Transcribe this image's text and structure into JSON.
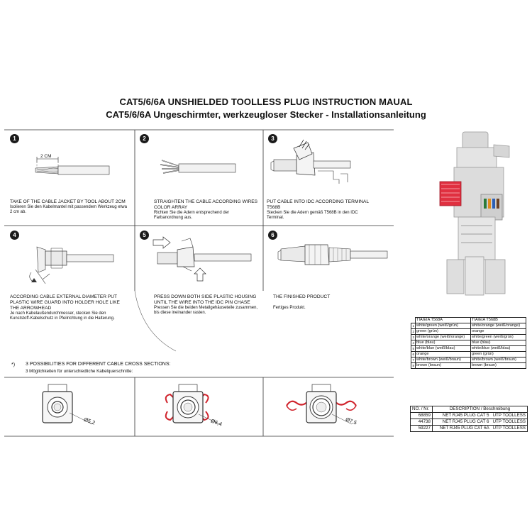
{
  "header": {
    "title_en": "CAT5/6/6A UNSHIELDED TOOLLESS PLUG INSTRUCTION MAUAL",
    "title_de": "CAT5/6/6A Ungeschirmter, werkzeugloser Stecker - Installationsanleitung"
  },
  "steps": [
    {
      "number": "1",
      "en": "TAKE OF THE CABLE JACKET BY TOOL  ABOUT 2CM",
      "de": "Isolieren Sie den Kabelmantel mit passendem Werkzeug etwa 2 cm ab.",
      "measure": "2 CM"
    },
    {
      "number": "2",
      "en": "STRAIGHTEN THE CABLE ACCORDING WIRES COLOR  ARRAY",
      "de": "Richten Sie die Adern entsprechend der Farbanordnung aus."
    },
    {
      "number": "3",
      "en": "PUT CABLE INTO IDC ACCORDING TERMINAL T568B",
      "de": "Stecken Sie die Adern gemäß T568B in den IDC Terminal."
    },
    {
      "number": "4",
      "en": "ACCORDING CABLE EXTERNAL DIAMETER PUT PLASTIC WIRE GUARD INTO HOLDER HOLE LIKE THE ARROWHEAD",
      "de": "Je nach Kabelaußendurchmesser, stecken Sie den Kunststoff-Kabelschutz in Pfeilrichtung in die Halterung."
    },
    {
      "number": "5",
      "en": "PRESS DOWN BOTH SIDE PLASTIC HOUSING UNTIL THE WIRE INTO THE IDC PIN CHASE",
      "de": "Pressen Sie die beiden Metallgehäuseteile zusammen, bis diese ineinander rasten."
    },
    {
      "number": "6",
      "en": "THE FINISHED PRODUCT",
      "de": "Fertiges Produkt."
    }
  ],
  "possibilities": {
    "marker": "*)",
    "en": "3 POSSIBILITIES FOR DIFFERENT CABLE CROSS SECTIONS:",
    "de": "3 Möglichkeiten für unterschiedliche Kabelquerschnitte:",
    "diameters": [
      "Ø5,2",
      "Ø6,4",
      "Ø7,5"
    ]
  },
  "wiring_table": {
    "headers": [
      "TIA/EIA T568A",
      "TIA/EIA T568B"
    ],
    "rows": [
      {
        "pin": "1",
        "a": "white/green (weiß/grün)",
        "b": "white/orange (weiß/orange)"
      },
      {
        "pin": "2",
        "a": "green (grün)",
        "b": "orange"
      },
      {
        "pin": "3",
        "a": "white/orange (weiß/orange)",
        "b": "white/green (weiß/grün)"
      },
      {
        "pin": "4",
        "a": "blue (blau)",
        "b": "blue (blau)"
      },
      {
        "pin": "5",
        "a": "white/blue (weiß/blau)",
        "b": "white/blue (weiß/blau)"
      },
      {
        "pin": "6",
        "a": "orange",
        "b": "green (grün)"
      },
      {
        "pin": "7",
        "a": "white/brown (weiß/braun)",
        "b": "white/brown (weiß/braun)"
      },
      {
        "pin": "8",
        "a": "brown (braun)",
        "b": "brown (braun)"
      }
    ]
  },
  "parts_table": {
    "headers": [
      "NO. / Nr.",
      "DESCRIPTION / Beschreibung"
    ],
    "rows": [
      {
        "no": "68859",
        "desc": "NET RJ45 PLUG CAT 5   UTP TOOLLESS"
      },
      {
        "no": "44738",
        "desc": "NET RJ45 PLUG CAT 6   UTP TOOLLESS"
      },
      {
        "no": "59227",
        "desc": "NET RJ45 PLUG CAT 6A   UTP TOOLLESS"
      }
    ]
  }
}
